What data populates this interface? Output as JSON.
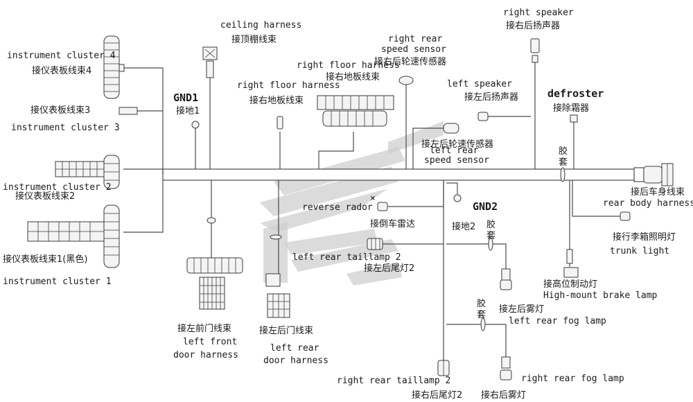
{
  "colors": {
    "line": "#4a4a4a",
    "text": "#1a1a1a",
    "watermark": "#cfcfcf"
  },
  "labels": {
    "ic4_en": "instrument cluster 4",
    "ic4_zh": "接仪表板线束4",
    "ic3_zh": "接仪表板线束3",
    "ic3_en": "instrument cluster 3",
    "ic2_en": "instrument cluster 2",
    "ic2_zh": "接仪表板线束2",
    "ic1_zh": "接仪表板线束1(黑色)",
    "ic1_en": "instrument cluster 1",
    "gnd1_en": "GND1",
    "gnd1_zh": "接地1",
    "ceiling_en": "ceiling harness",
    "ceiling_zh": "接顶棚线束",
    "rfh1_en": "right floor harness",
    "rfh1_zh": "接右地板线束",
    "rfh2_en": "right floor harness",
    "rfh2_zh": "接右地板线束",
    "rrss_en1": "right rear",
    "rrss_en2": "speed sensor",
    "rrss_zh": "接右后轮速传感器",
    "rsp_en": "right speaker",
    "rsp_zh": "接右后扬声器",
    "lsp_en": "left speaker",
    "lsp_zh": "接左后扬声器",
    "defrost_en": "defroster",
    "defrost_zh": "接除霜器",
    "lrss_zh": "接左后轮速传感器",
    "lrss_en1": "left rear",
    "lrss_en2": "speed sensor",
    "tape1": "胶",
    "tape2": "套",
    "rbh_zh": "接后车身线束",
    "rbh_en": "rear body harness",
    "reverse_en": "reverse rador",
    "reverse_zh": "接倒车雷达",
    "gnd2_en": "GND2",
    "gnd2_zh": "接地2",
    "trunk_zh": "接行李箱照明灯",
    "trunk_en": "trunk light",
    "lrtl_en": "left rear taillamp 2",
    "lrtl_zh": "接左后尾灯2",
    "hmbl_zh": "接高位制动灯",
    "hmbl_en": "High-mount brake lamp",
    "lrfog_zh": "接左后雾灯",
    "lrfog_en": "left rear fog lamp",
    "lfd_zh": "接左前门线束",
    "lfd_en1": "left front",
    "lfd_en2": "door harness",
    "lrd_zh": "接左后门线束",
    "lrd_en1": "left rear",
    "lrd_en2": "door harness",
    "rrtl_en": "right rear taillamp 2",
    "rrtl_zh": "接右后尾灯2",
    "rrfog_en": "right rear fog lamp",
    "rrfog_zh": "接右后雾灯"
  }
}
